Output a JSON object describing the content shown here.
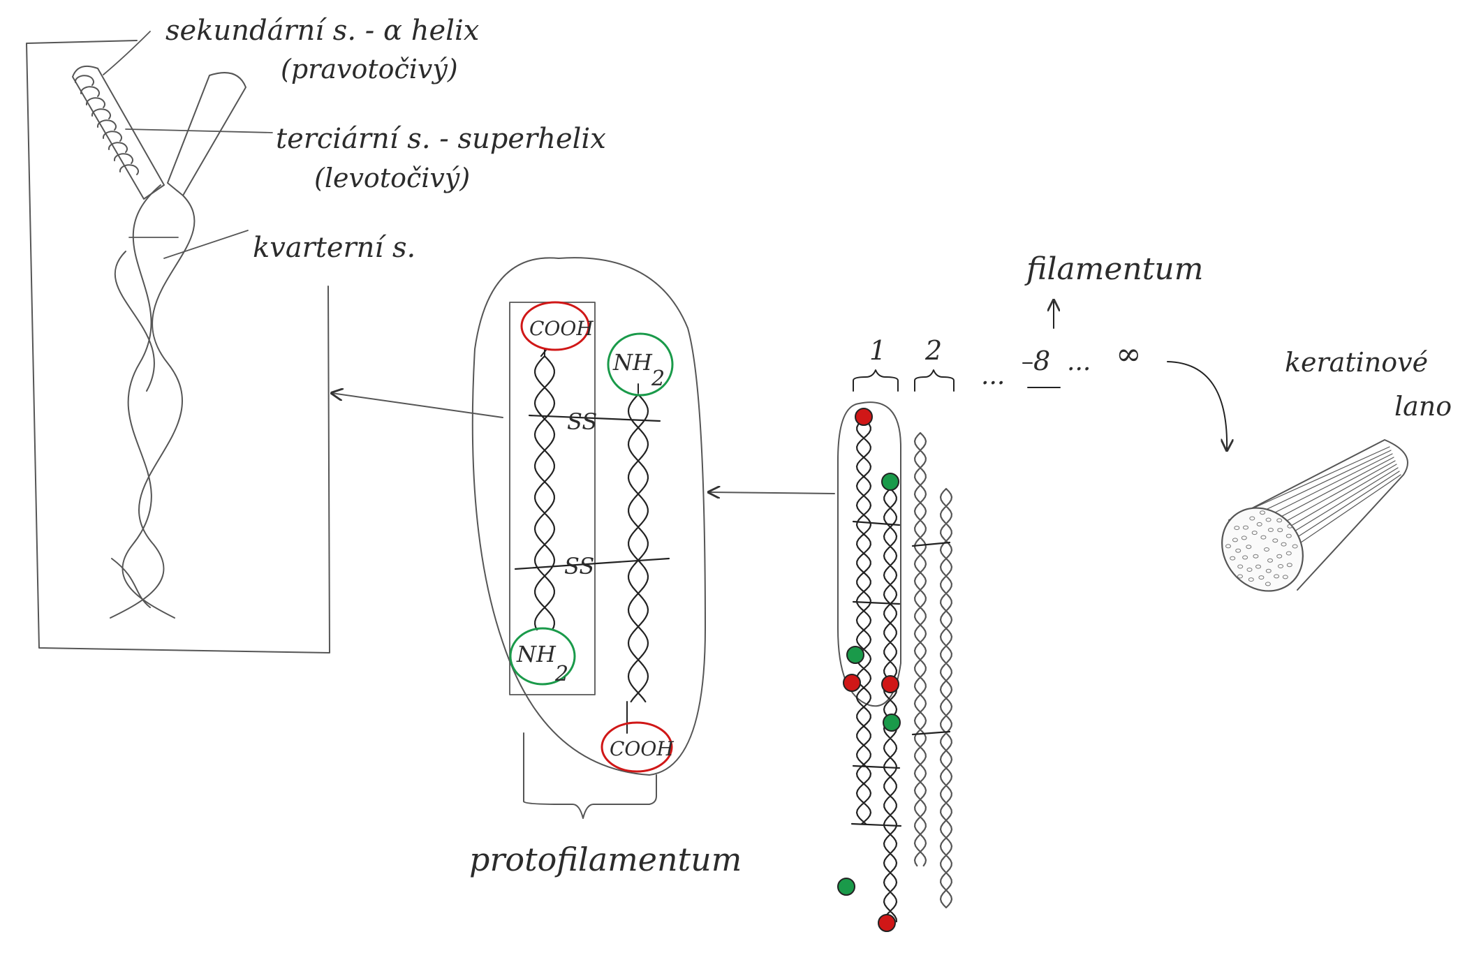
{
  "labels": {
    "secondary": "sekundární s. - α helix",
    "secondary_note": "(pravotočivý)",
    "tertiary": "terciární s. - superhelix",
    "tertiary_note": "(levotočivý)",
    "quaternary": "kvarterní s.",
    "filamentum": "filamentum",
    "keratin_line1": "keratinové",
    "keratin_line2": "lano",
    "protofilamentum": "protofilamentum",
    "cooh_top": "COOH",
    "nh2_top": "NH",
    "nh2_top_sub": "2",
    "nh2_bottom": "NH",
    "nh2_bottom_sub": "2",
    "cooh_bottom": "COOH",
    "ss_top": "SS",
    "ss_bottom": "SS",
    "num1": "1",
    "num2": "2",
    "dots_left": "...",
    "num8": "8",
    "dots_right": "...",
    "infinity": "∞"
  },
  "colors": {
    "cooh": "#d01717",
    "nh2": "#1a9a4a",
    "pencil": "#555555",
    "ink": "#222222"
  }
}
